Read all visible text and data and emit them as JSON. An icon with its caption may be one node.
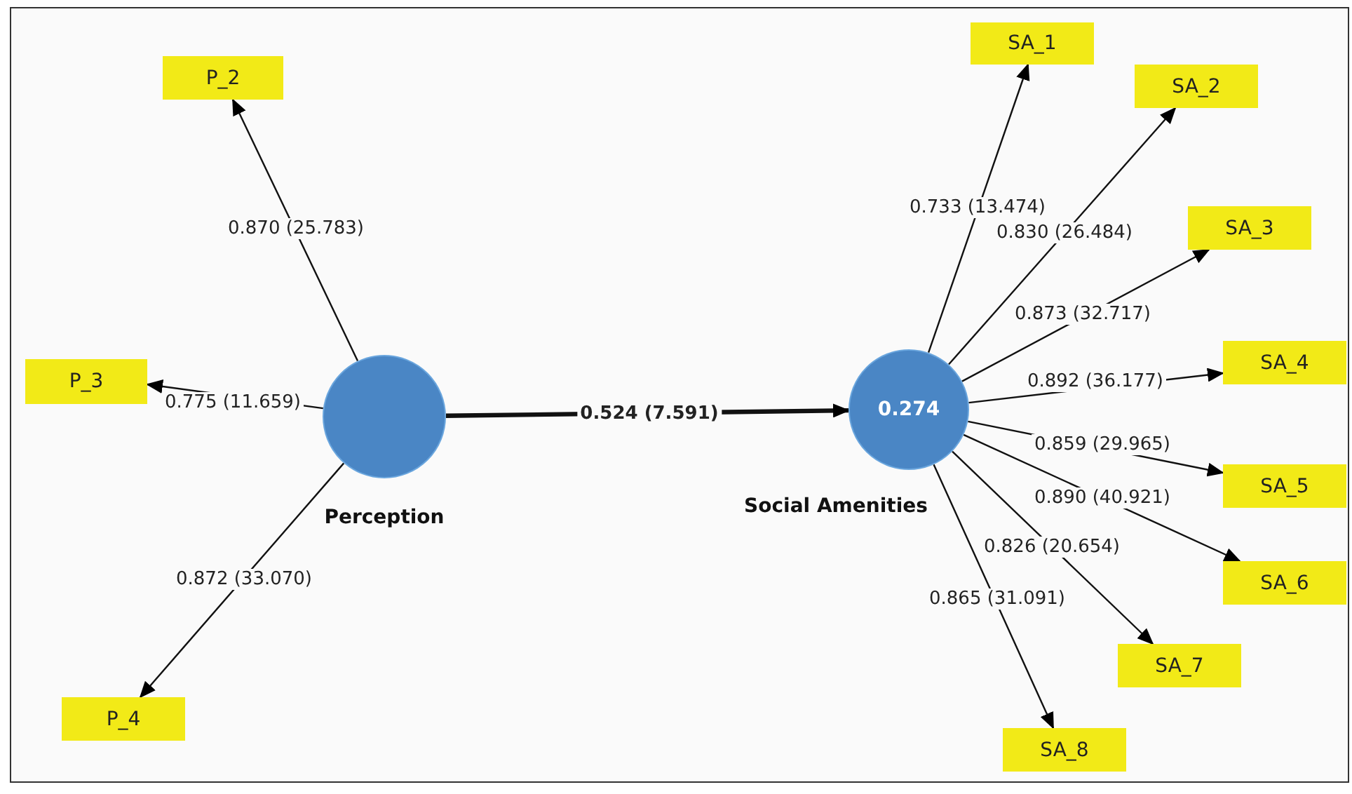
{
  "diagram": {
    "nodes": [
      {
        "text": [
          "P_2"
        ]
      },
      {
        "text": [
          "P_3"
        ]
      },
      {
        "text": [
          "P_4"
        ]
      },
      {
        "text": [
          "Perception"
        ]
      },
      {
        "text": [
          "0.274",
          "Social Amenities"
        ]
      },
      {
        "text": [
          "SA_1"
        ]
      },
      {
        "text": [
          "SA_2"
        ]
      },
      {
        "text": [
          "SA_3"
        ]
      },
      {
        "text": [
          "SA_4"
        ]
      },
      {
        "text": [
          "SA_5"
        ]
      },
      {
        "text": [
          "SA_6"
        ]
      },
      {
        "text": [
          "SA_7"
        ]
      },
      {
        "text": [
          "SA_8"
        ]
      }
    ],
    "edges": [
      {
        "from": 3,
        "to": 0,
        "arrow": "to",
        "label": "0.870 (25.783)"
      },
      {
        "from": 3,
        "to": 1,
        "arrow": "to",
        "label": "0.775 (11.659)"
      },
      {
        "from": 3,
        "to": 2,
        "arrow": "to",
        "label": "0.872 (33.070)"
      },
      {
        "from": 3,
        "to": 4,
        "arrow": "to",
        "label": "0.524 (7.591)",
        "style": "thick"
      },
      {
        "from": 4,
        "to": 5,
        "arrow": "to",
        "label": "0.733 (13.474)"
      },
      {
        "from": 4,
        "to": 6,
        "arrow": "to",
        "label": "0.830 (26.484)"
      },
      {
        "from": 4,
        "to": 7,
        "arrow": "to",
        "label": "0.873 (32.717)"
      },
      {
        "from": 4,
        "to": 8,
        "arrow": "to",
        "label": "0.892 (36.177)"
      },
      {
        "from": 4,
        "to": 9,
        "arrow": "to",
        "label": "0.859 (29.965)"
      },
      {
        "from": 4,
        "to": 10,
        "arrow": "to",
        "label": "0.890 (40.921)"
      },
      {
        "from": 4,
        "to": 11,
        "arrow": "to",
        "label": "0.826 (20.654)"
      },
      {
        "from": 4,
        "to": 12,
        "arrow": "to",
        "label": "0.865 (31.091)"
      }
    ]
  }
}
